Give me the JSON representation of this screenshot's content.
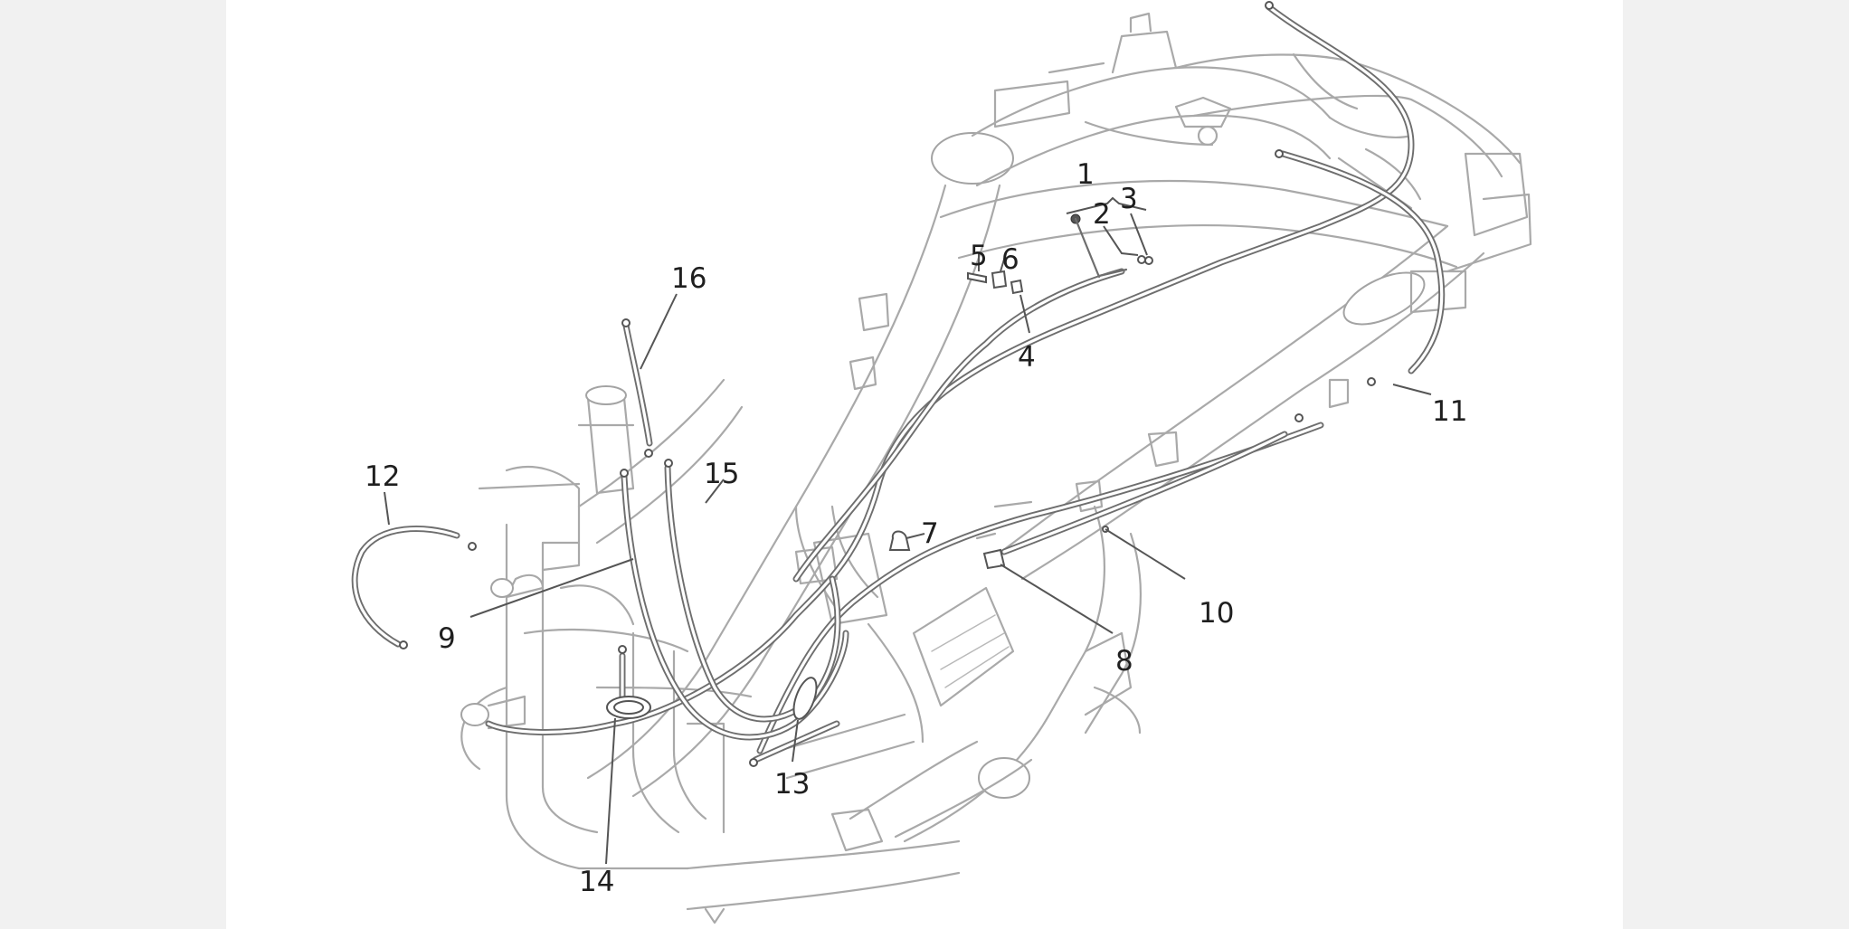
{
  "figure": {
    "callouts": {
      "c1": "1",
      "c2": "2",
      "c3": "3",
      "c4": "4",
      "c5": "5",
      "c6": "6",
      "c7": "7",
      "c8": "8",
      "c9": "9",
      "c10": "10",
      "c11": "11",
      "c12": "12",
      "c13": "13",
      "c14": "14",
      "c15": "15",
      "c16": "16"
    }
  }
}
